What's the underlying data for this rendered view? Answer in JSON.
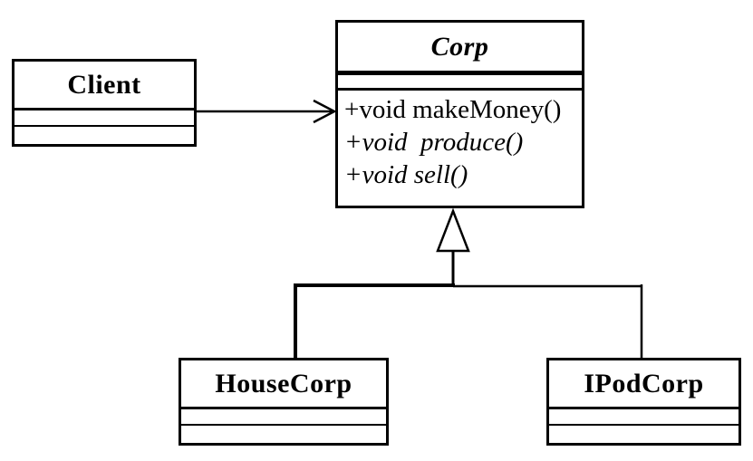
{
  "diagram": {
    "kind": "uml-class-diagram",
    "background_color": "#ffffff",
    "line_color": "#000000",
    "text_color": "#000000",
    "classes": {
      "client": {
        "name": "Client",
        "abstract": false,
        "attributes": [],
        "methods": []
      },
      "corp": {
        "name": "Corp",
        "abstract": true,
        "attributes": [],
        "methods": [
          {
            "text": "+void makeMoney()",
            "abstract": false
          },
          {
            "text": "+void  produce()",
            "abstract": true
          },
          {
            "text": "+void sell()",
            "abstract": true
          }
        ]
      },
      "housecorp": {
        "name": "HouseCorp",
        "abstract": false,
        "attributes": [],
        "methods": []
      },
      "ipodcorp": {
        "name": "IPodCorp",
        "abstract": false,
        "attributes": [],
        "methods": []
      }
    },
    "relationships": [
      {
        "from": "Client",
        "to": "Corp",
        "type": "association",
        "arrowhead": "open-arrow"
      },
      {
        "from": "HouseCorp",
        "to": "Corp",
        "type": "generalization",
        "arrowhead": "hollow-triangle"
      },
      {
        "from": "IPodCorp",
        "to": "Corp",
        "type": "generalization",
        "arrowhead": "hollow-triangle"
      }
    ]
  }
}
